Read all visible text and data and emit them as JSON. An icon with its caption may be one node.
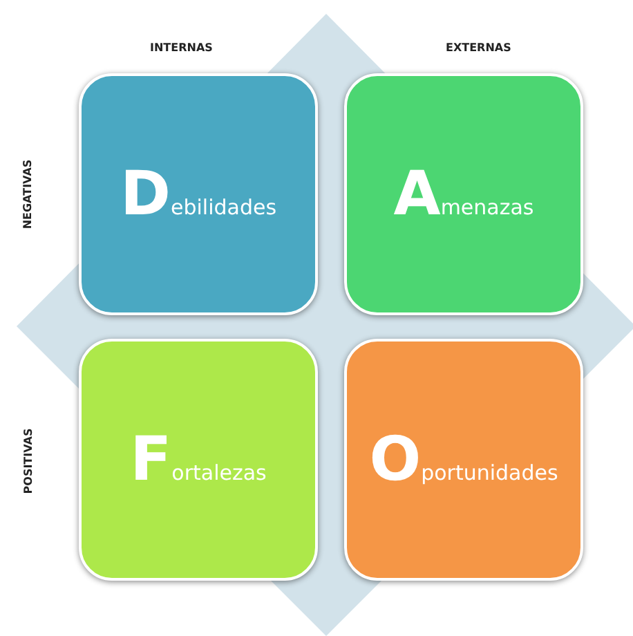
{
  "diagram": {
    "nodes": [
      {
        "text": [
          "Debilidades"
        ]
      },
      {
        "text": [
          "Amenazas"
        ]
      },
      {
        "text": [
          "Fortalezas"
        ]
      },
      {
        "text": [
          "Oportunidades"
        ]
      }
    ],
    "labels": [
      "INTERNAS",
      "EXTERNAS",
      "NEGATIVAS",
      "POSITIVAS"
    ]
  }
}
